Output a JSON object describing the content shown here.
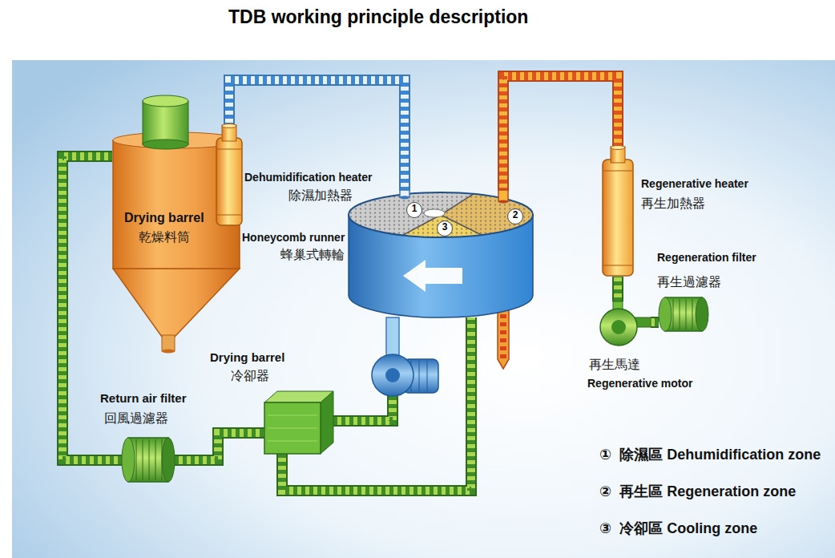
{
  "diagram": {
    "title": "TDB working principle description",
    "nodes": [
      {
        "text": [
          "Drying barrel",
          "乾燥料筒"
        ]
      },
      {
        "text": [
          "Dehumidification heater",
          "除濕加熱器"
        ]
      },
      {
        "text": [
          "Honeycomb runner",
          "蜂巢式轉輪",
          "1",
          "2",
          "3"
        ]
      },
      {
        "text": [
          "Drying barrel",
          "冷卻器"
        ]
      },
      {
        "text": [
          "Return air filter",
          "回風過濾器"
        ]
      },
      {
        "text": [
          "Regenerative heater",
          "再生加熱器"
        ]
      },
      {
        "text": [
          "Regeneration filter",
          "再生過濾器"
        ]
      },
      {
        "text": [
          "再生馬達",
          "Regenerative motor"
        ]
      }
    ],
    "edges": [
      {
        "from": 2,
        "to": 1,
        "arrow": "none"
      },
      {
        "from": 0,
        "to": 4,
        "arrow": "none"
      },
      {
        "from": 4,
        "to": 3,
        "arrow": "none"
      },
      {
        "from": 3,
        "to": 2,
        "arrow": "none"
      },
      {
        "from": 3,
        "to": 2,
        "arrow": "none"
      },
      {
        "from": 6,
        "to": 7,
        "arrow": "none"
      },
      {
        "from": 7,
        "to": 5,
        "arrow": "none"
      },
      {
        "from": 5,
        "to": 2,
        "arrow": "none"
      }
    ],
    "labels": [
      "①",
      "②",
      "③"
    ],
    "legend": [
      {
        "text": "除濕區 Dehumidification zone"
      },
      {
        "text": "再生區 Regeneration zone"
      },
      {
        "text": "冷卻區 Cooling zone"
      }
    ]
  }
}
